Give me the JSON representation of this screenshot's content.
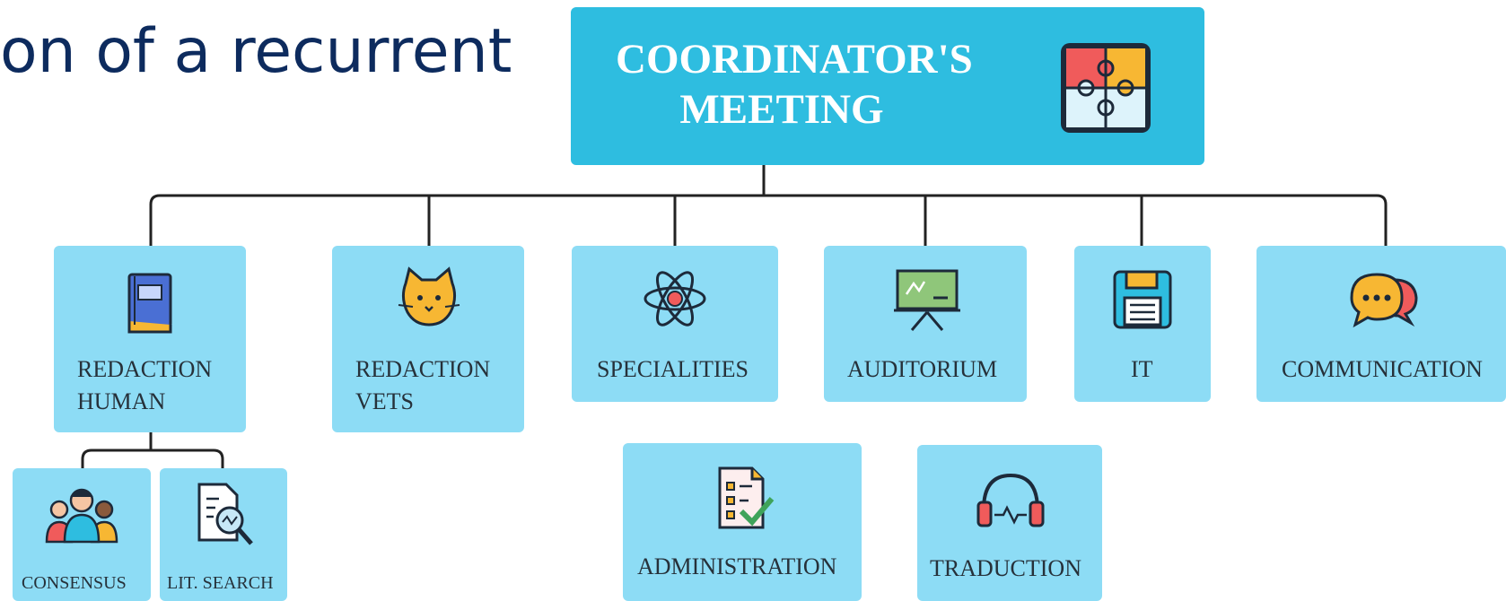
{
  "heading": "on of a recurrent",
  "root": {
    "line1": "COORDINATOR'S",
    "line2": "MEETING",
    "icon": "puzzle-icon"
  },
  "nodes": {
    "redaction_human": {
      "line1": "REDACTION",
      "line2": "HUMAN",
      "icon": "book-icon"
    },
    "redaction_vets": {
      "line1": "REDACTION",
      "line2": "VETS",
      "icon": "cat-icon"
    },
    "specialities": {
      "label": "SPECIALITIES",
      "icon": "atom-icon"
    },
    "auditorium": {
      "label": "AUDITORIUM",
      "icon": "presentation-board-icon"
    },
    "it": {
      "label": "IT",
      "icon": "floppy-disk-icon"
    },
    "communication": {
      "label": "COMMUNICATION",
      "icon": "speech-bubbles-icon"
    },
    "administration": {
      "label": "ADMINISTRATION",
      "icon": "checklist-icon"
    },
    "traduction": {
      "label": "TRADUCTION",
      "icon": "headphones-icon"
    },
    "consensus": {
      "label": "CONSENSUS",
      "icon": "people-group-icon"
    },
    "lit_search": {
      "label": "LIT. SEARCH",
      "icon": "document-search-icon"
    }
  },
  "colors": {
    "root_fill": "#2ebde0",
    "node_fill": "#8ddcf5",
    "heading_text": "#0d2b5e",
    "connector": "#222222"
  }
}
